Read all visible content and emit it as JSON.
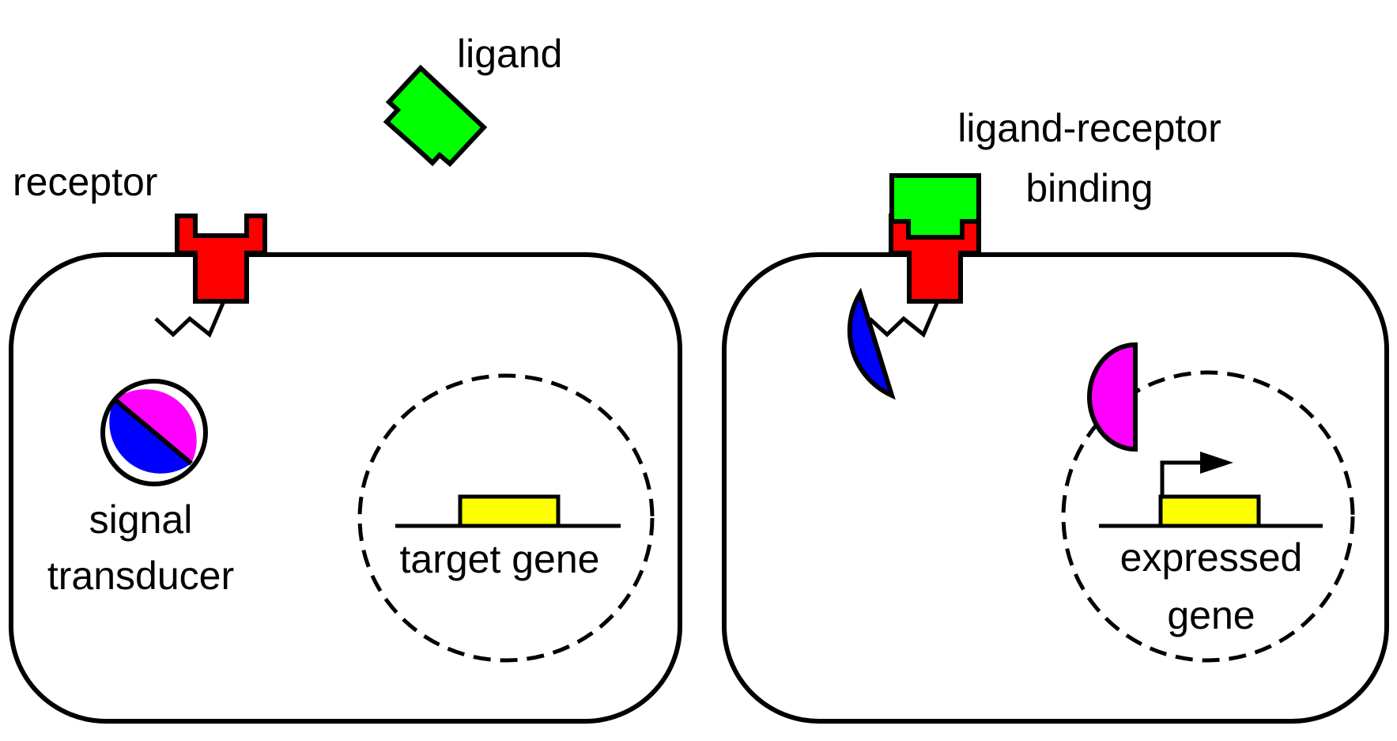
{
  "labels": {
    "ligand": "ligand",
    "receptor": "receptor",
    "signal_line1": "signal",
    "signal_line2": "transducer",
    "target_gene": "target gene",
    "binding_line1": "ligand-receptor",
    "binding_line2": "binding",
    "expressed_line1": "expressed",
    "expressed_line2": "gene"
  },
  "colors": {
    "receptor": "#ff0000",
    "ligand": "#00ff00",
    "transducer_a": "#ff00ff",
    "transducer_b": "#0000ff",
    "gene": "#ffff00",
    "outline": "#000000",
    "cell_fill": "#ffffff"
  }
}
